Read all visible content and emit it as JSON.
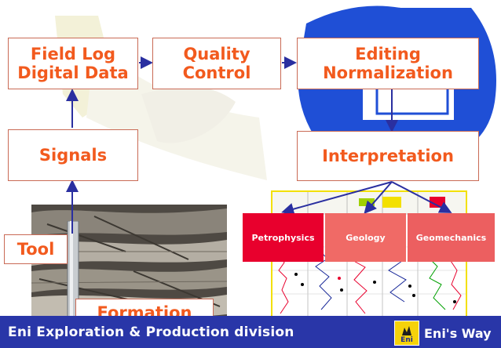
{
  "boxes": {
    "field_log": {
      "line1": "Field Log",
      "line2": "Digital Data"
    },
    "quality_control": {
      "line1": "Quality",
      "line2": "Control"
    },
    "editing": {
      "line1": "Editing",
      "line2": "Normalization"
    },
    "signals": "Signals",
    "interpretation": "Interpretation",
    "tool": "Tool",
    "formation": "Formation"
  },
  "disciplines": [
    {
      "label": "Petrophysics",
      "color": "#e8002d"
    },
    {
      "label": "Geology",
      "color": "#f06a66"
    },
    {
      "label": "Geomechanics",
      "color": "#ec5f60"
    }
  ],
  "footer": {
    "division": "Eni Exploration & Production division",
    "brand": "Eni's Way",
    "logo_label": "Eni",
    "background": "#2936a8",
    "logo_color": "#f5d20a"
  },
  "colors": {
    "box_text": "#f25a1e",
    "box_border": "#c96a55",
    "arrow": "#2a2fa0"
  }
}
